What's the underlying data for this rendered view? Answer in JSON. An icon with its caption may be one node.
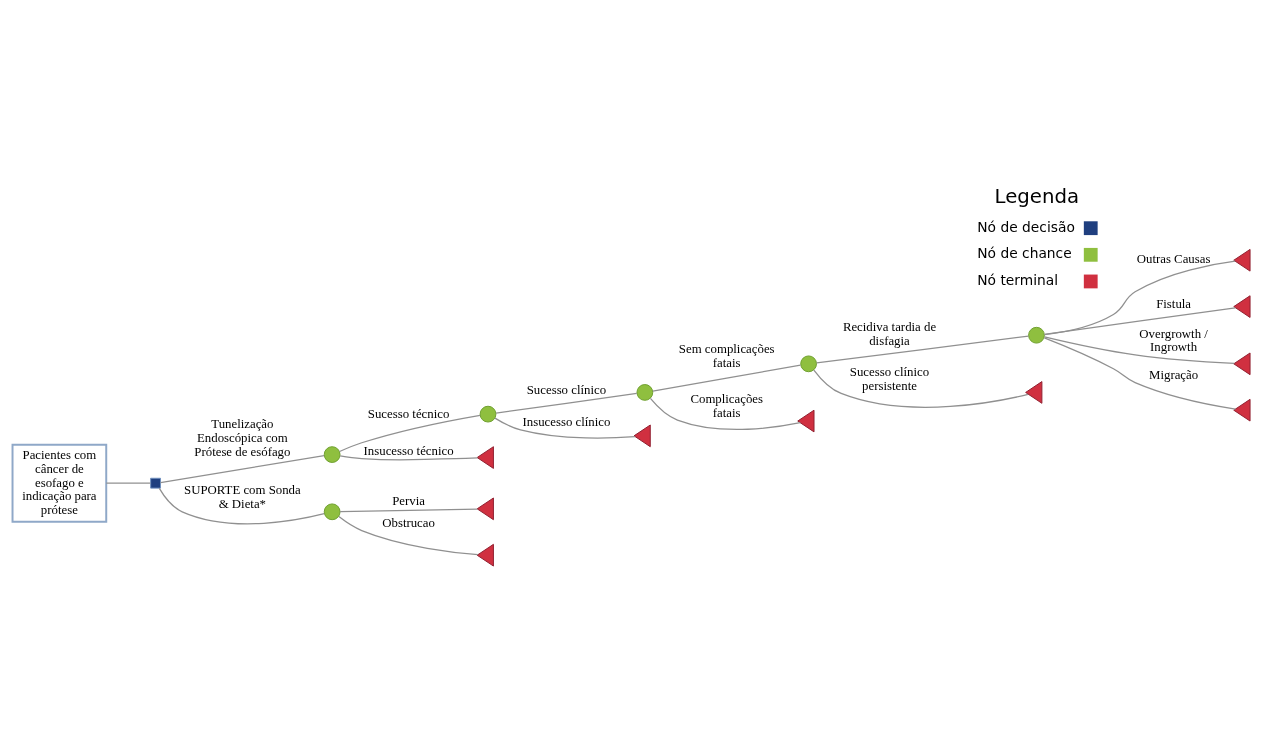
{
  "diagram": {
    "nodes": [
      {
        "text": [
          "Pacientes com câncer de esofago e indicação para prótese"
        ]
      },
      {
        "text": [],
        "shape": "box"
      },
      {
        "text": [],
        "shape": "circle"
      },
      {
        "text": [],
        "shape": "circle"
      },
      {
        "text": [],
        "shape": "triangle"
      },
      {
        "text": [],
        "shape": "circle"
      },
      {
        "text": [],
        "shape": "triangle"
      },
      {
        "text": [],
        "shape": "circle"
      },
      {
        "text": [],
        "shape": "triangle"
      },
      {
        "text": [],
        "shape": "circle"
      },
      {
        "text": [],
        "shape": "triangle"
      },
      {
        "text": [],
        "shape": "triangle"
      },
      {
        "text": [],
        "shape": "triangle"
      },
      {
        "text": [],
        "shape": "triangle"
      },
      {
        "text": [],
        "shape": "triangle"
      },
      {
        "text": [],
        "shape": "circle"
      },
      {
        "text": [],
        "shape": "triangle"
      },
      {
        "text": [],
        "shape": "triangle"
      }
    ],
    "edges": [
      {
        "from": 0,
        "to": 1,
        "arrow": "none"
      },
      {
        "from": 1,
        "to": 2,
        "arrow": "none",
        "label": "Tunelização Endoscópica com Prótese de esófago"
      },
      {
        "from": 2,
        "to": 3,
        "arrow": "none",
        "label": "Sucesso técnico"
      },
      {
        "from": 2,
        "to": 4,
        "arrow": "none",
        "label": "Insucesso técnico"
      },
      {
        "from": 3,
        "to": 5,
        "arrow": "none",
        "label": "Sucesso clínico"
      },
      {
        "from": 3,
        "to": 6,
        "arrow": "none",
        "label": "Insucesso clínico"
      },
      {
        "from": 5,
        "to": 7,
        "arrow": "none",
        "label": "Sem complicações fatais"
      },
      {
        "from": 5,
        "to": 8,
        "arrow": "none",
        "label": "Complicações fatais"
      },
      {
        "from": 7,
        "to": 9,
        "arrow": "none",
        "label": "Recidiva tardia de disfagia"
      },
      {
        "from": 7,
        "to": 10,
        "arrow": "none",
        "label": "Sucesso clínico persistente"
      },
      {
        "from": 9,
        "to": 11,
        "arrow": "none",
        "label": "Outras Causas"
      },
      {
        "from": 9,
        "to": 12,
        "arrow": "none",
        "label": "Fistula"
      },
      {
        "from": 9,
        "to": 13,
        "arrow": "none",
        "label": "Overgrowth / Ingrowth"
      },
      {
        "from": 9,
        "to": 14,
        "arrow": "none",
        "label": "Migração"
      },
      {
        "from": 1,
        "to": 15,
        "arrow": "none",
        "label": "SUPORTE com Sonda & Dieta*"
      },
      {
        "from": 15,
        "to": 16,
        "arrow": "none",
        "label": "Pervia"
      },
      {
        "from": 15,
        "to": 17,
        "arrow": "none",
        "label": "Obstrucao"
      }
    ],
    "labels": [
      "Legenda"
    ],
    "legend": [
      {
        "text": "Nó de decisão",
        "color": "#1f3f7f"
      },
      {
        "text": "Nó de chance",
        "color": "#8fbf3f"
      },
      {
        "text": "Nó terminal",
        "color": "#d03040"
      }
    ]
  }
}
